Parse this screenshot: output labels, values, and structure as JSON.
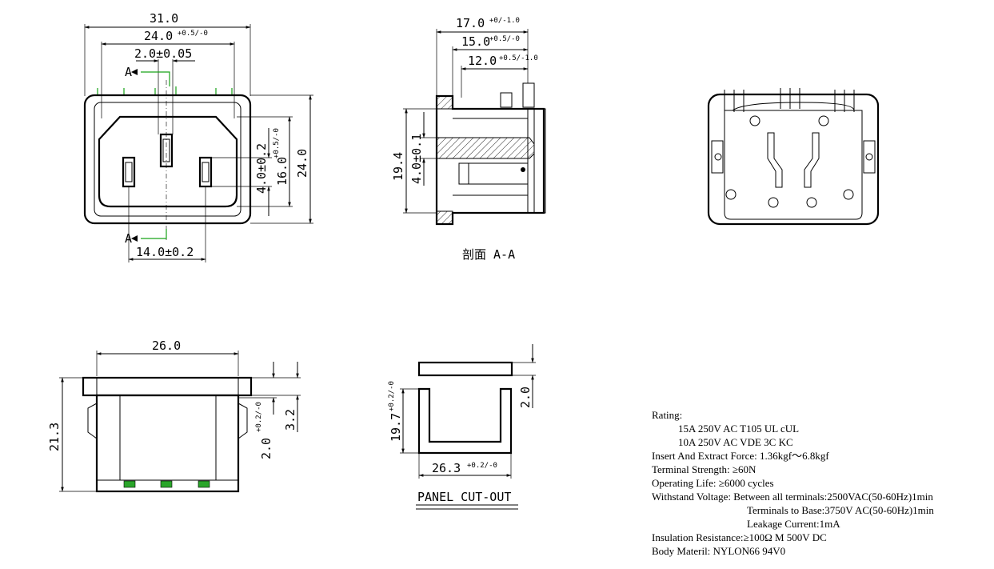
{
  "front_view": {
    "width_overall": "31.0",
    "width_inner": "24.0",
    "width_inner_tol": "+0.5/-0",
    "pin_width": "2.0±0.05",
    "pin_spacing": "14.0±0.2",
    "height_overall": "24.0",
    "height_inner": "16.0",
    "height_inner_tol": "+0.5/-0",
    "pin_height": "4.0±0.2",
    "section_marker": "A"
  },
  "section_view": {
    "depth_1": "17.0",
    "depth_1_tol": "+0/-1.0",
    "depth_2": "15.0",
    "depth_2_tol": "+0.5/-0",
    "depth_3": "12.0",
    "depth_3_tol": "+0.5/-1.0",
    "height": "19.4",
    "pin_height": "4.0±0.1",
    "caption": "剖面 A-A"
  },
  "side_view": {
    "width": "26.0",
    "height": "21.3",
    "flange": "3.2",
    "gap": "2.0",
    "gap_tol": "+0.2/-0"
  },
  "cutout": {
    "height": "19.7",
    "height_tol": "+0.2/-0",
    "width": "26.3",
    "width_tol": "+0.2/-0",
    "thickness": "2.0",
    "caption": "PANEL CUT-OUT"
  },
  "specs": {
    "rating_label": "Rating:",
    "rating_1": "15A 250V AC T105 UL cUL",
    "rating_2": "10A 250V AC VDE 3C KC",
    "insert_force": "Insert And Extract Force:  1.36kgf～6.8kgf",
    "terminal_strength": "Terminal Strength:  ≥60N",
    "operating_life": "Operating Life:  ≥6000 cycles",
    "withstand_1": "Withstand Voltage: Between all terminals:2500VAC(50-60Hz)1min",
    "withstand_2": "Terminals to Base:3750V AC(50-60Hz)1min",
    "withstand_3": "Leakage Current:1mA",
    "insulation": "Insulation Resistance:≥100Ω M  500V DC",
    "body_material": "Body Materil:  NYLON66   94V0"
  },
  "colors": {
    "accent": "#2aa52a",
    "line": "#000000"
  }
}
